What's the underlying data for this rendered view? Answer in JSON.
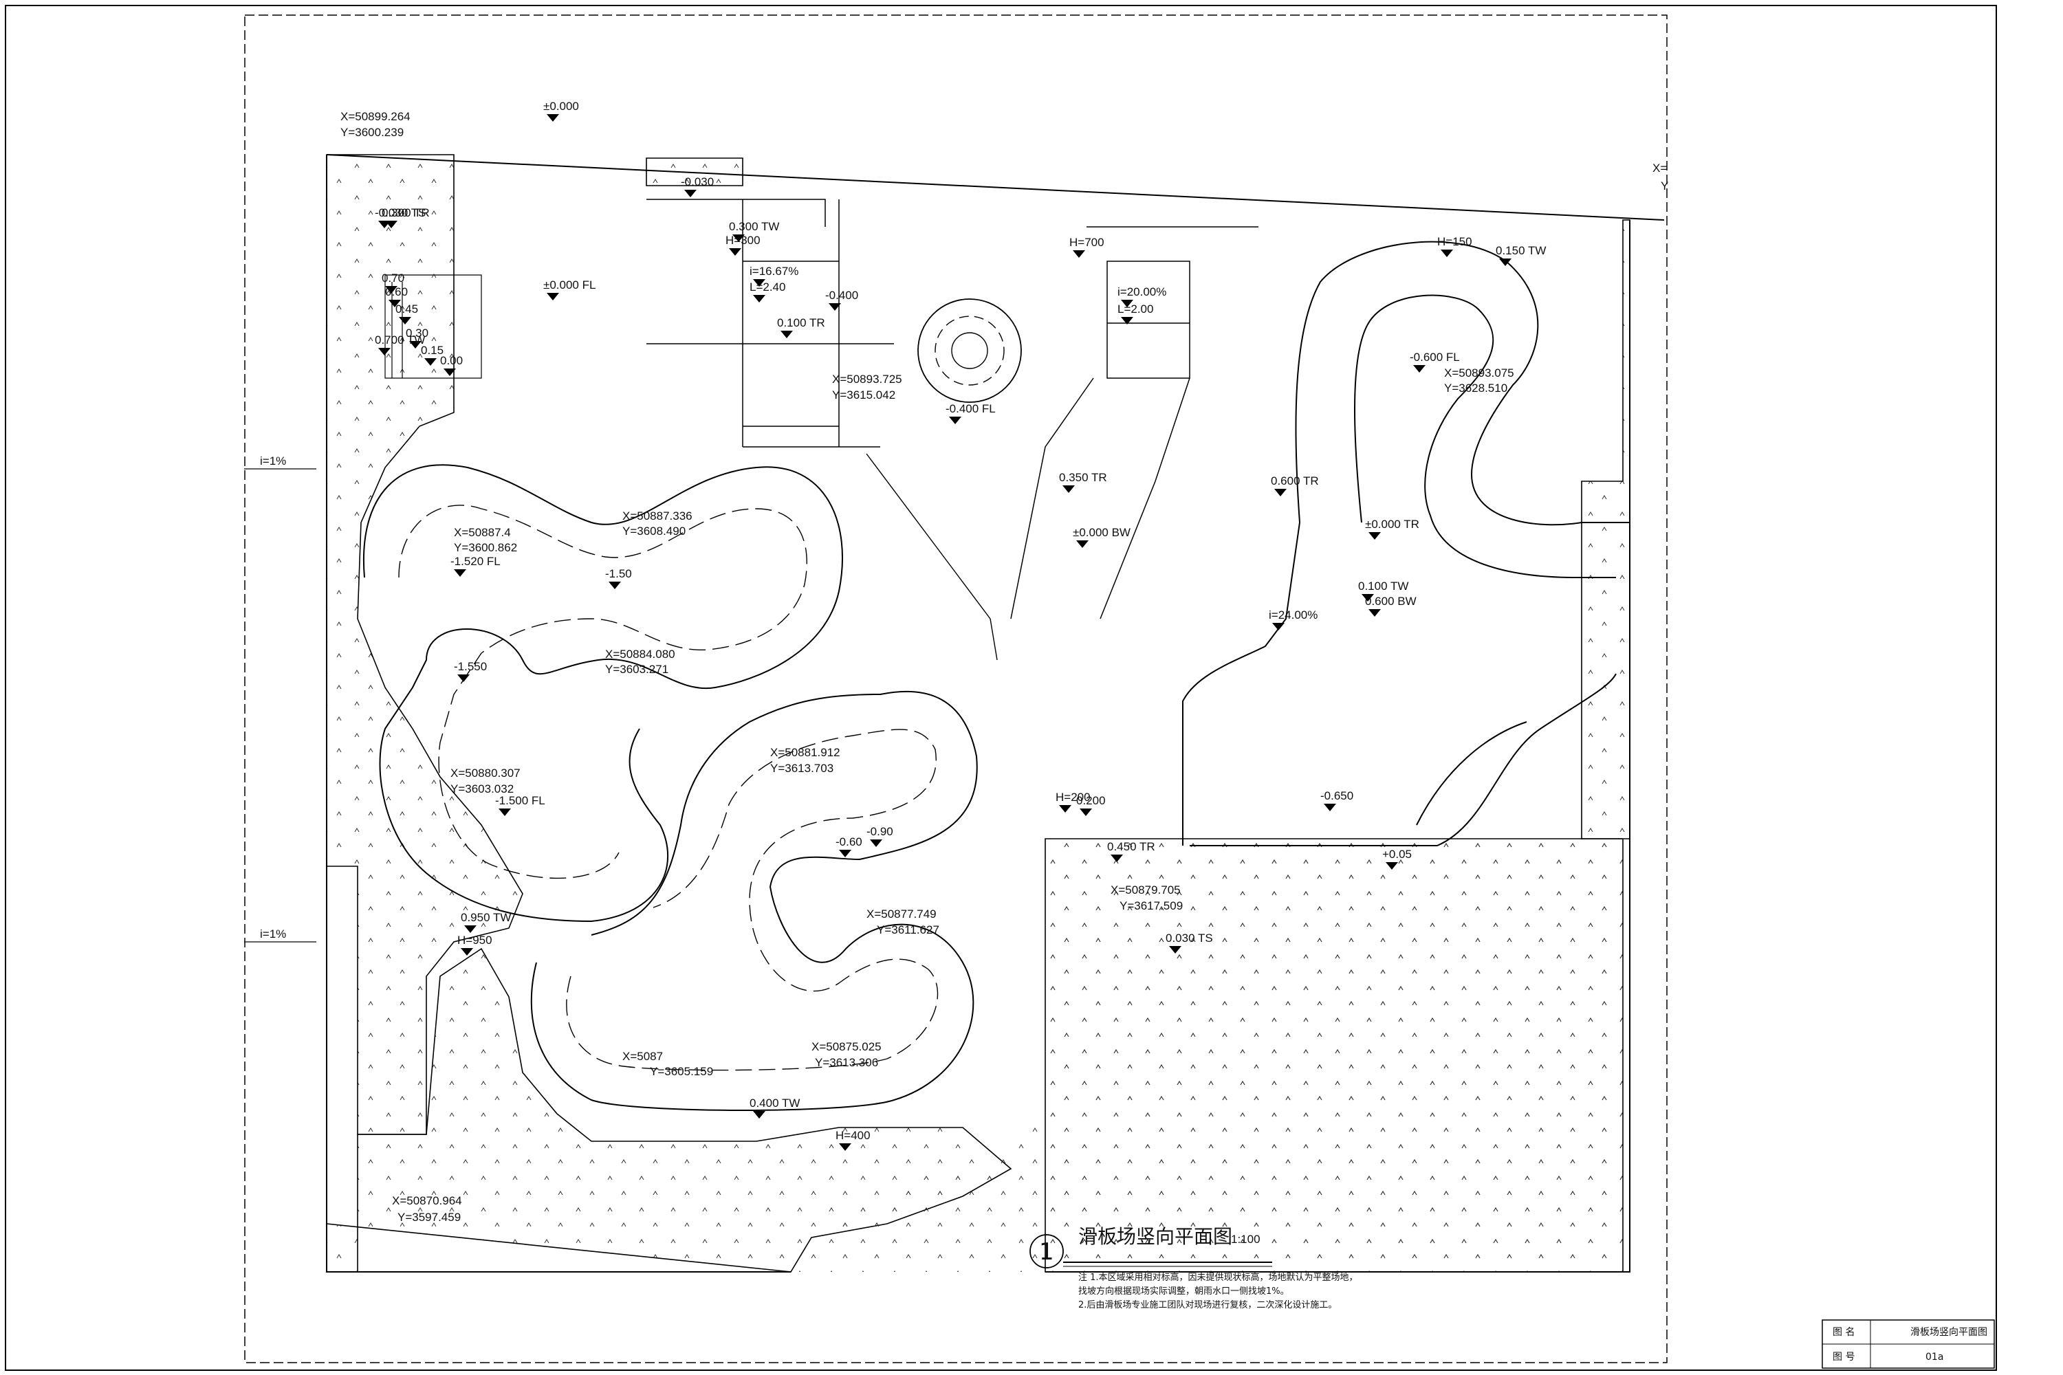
{
  "title": {
    "number": "1",
    "name": "滑板场竖向平面图",
    "scale": "1:100"
  },
  "notes": {
    "line1": "注  1.本区域采用相对标高，因未提供现状标高，场地默认为平整场地，",
    "line2": "找坡方向根据现场实际调整，朝雨水口一侧找坡1%。",
    "line3": "2.后由滑板场专业施工团队对现场进行复核，二次深化设计施工。"
  },
  "title_block": {
    "row1_label": "图  名",
    "row1_value": "滑板场竖向平面图",
    "row2_label": "图  号",
    "row2_value": "01a"
  },
  "edge_marks": {
    "slope_top": "i=1%",
    "slope_bottom": "i=1%",
    "right_x": "X=",
    "right_y": "Y"
  },
  "coords": [
    {
      "x": "X=50899.264",
      "y": "Y=3600.239"
    },
    {
      "x": "X=50893.725",
      "y": "Y=3615.042"
    },
    {
      "x": "X=50893.075",
      "y": "Y=3628.510"
    },
    {
      "x": "X=50887.336",
      "y": "Y=3608.490"
    },
    {
      "x": "X=50887.4",
      "y": "Y=3600.862"
    },
    {
      "x": "X=50884.080",
      "y": "Y=3603.271"
    },
    {
      "x": "X=50881.912",
      "y": "Y=3613.703"
    },
    {
      "x": "X=50880.307",
      "y": "Y=3603.032"
    },
    {
      "x": "X=50879.705",
      "y": "Y=3617.509"
    },
    {
      "x": "X=50877.749",
      "y": "Y=3611.627"
    },
    {
      "x": "X=50875.025",
      "y": "Y=3613.306"
    },
    {
      "x": "X=5087",
      "y": "Y=3605.159"
    },
    {
      "x": "X=50870.964",
      "y": "Y=3597.459"
    }
  ],
  "elevations": [
    "±0.000",
    "-0.030",
    "0.300 TW",
    "H=300",
    "i=16.67%",
    "L=2.40",
    "0.300 TR",
    "0.100 TR",
    "-0.400",
    "±0.000 FL",
    "-0.030 TS",
    "0.70",
    "0.60",
    "0.45",
    "0.30",
    "0.15",
    "0.00",
    "0.700 TW",
    "0.150 TW",
    "-0.600 FL",
    "-1.520 FL",
    "-1.500 FL",
    "-1.550",
    "-1.50",
    "0.200",
    "H=200",
    "0.450 TR",
    "0.030 TS",
    "0.400 TW",
    "H=400",
    "0.950 TW",
    "H=950",
    "-0.90",
    "-0.60",
    "0.600 TR",
    "0.600 BW",
    "0.100 TW",
    "±0.000 TR",
    "-0.650",
    "+0.05",
    "i=20.00%",
    "L=2.00",
    "i=24.00%",
    "-0.400 FL",
    "±0.000 BW",
    "0.350 TR",
    "H=700",
    "H=150"
  ]
}
